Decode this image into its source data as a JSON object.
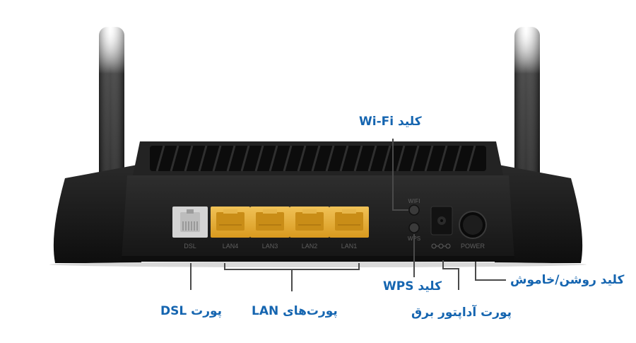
{
  "labels": {
    "wifi_button": "کلید Wi-Fi",
    "dsl_port": "پورت DSL",
    "lan_ports": "پورت‌های LAN",
    "wps_button": "کلید WPS",
    "power_adapter_port": "پورت آداپتور برق",
    "power_switch": "کلید روشن/خاموش"
  },
  "panel_text": {
    "dsl": "DSL",
    "lan4": "LAN4",
    "lan3": "LAN3",
    "lan2": "LAN2",
    "lan1": "LAN1",
    "wifi": "WIFI",
    "wps": "WPS",
    "power": "POWER"
  },
  "colors": {
    "callout_text": "#1565b0",
    "leader_line": "#4a4a4a",
    "router_body": "#1c1c1c",
    "lan_port": "#e8b13a",
    "dsl_port": "#d4d4d4"
  }
}
